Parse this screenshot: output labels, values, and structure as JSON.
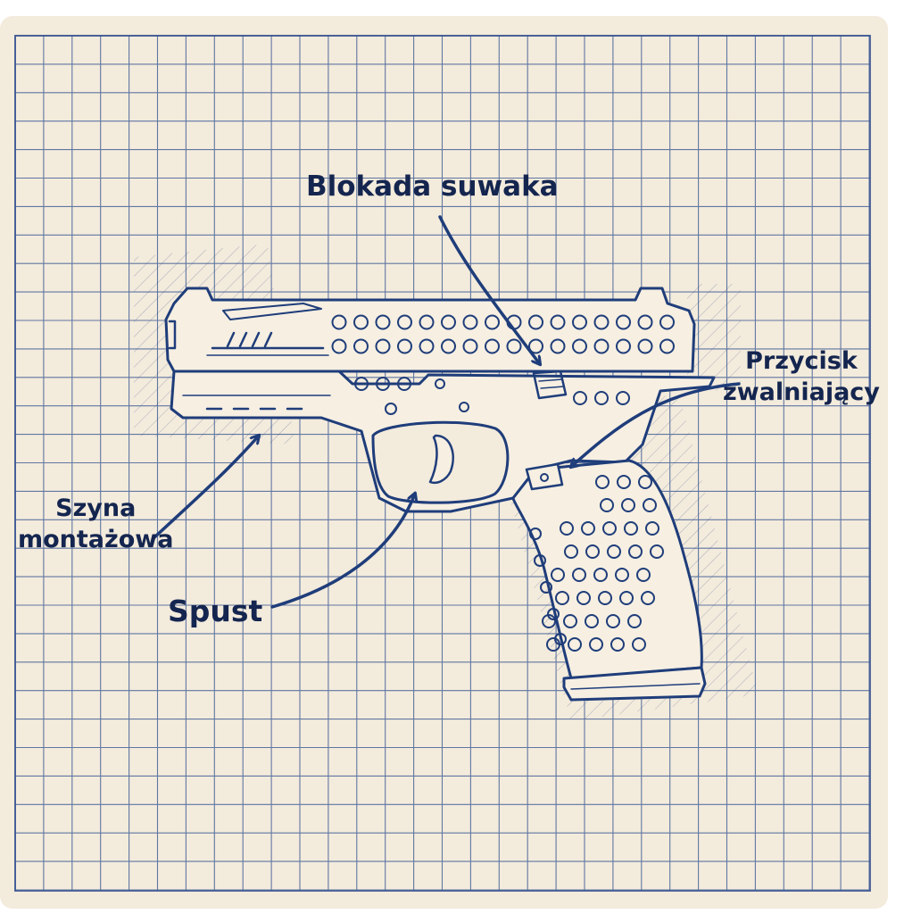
{
  "sheet": {
    "paper_color": "#f3ebdc",
    "grid_color": "#2f4f8f",
    "ink_color": "#1f3d7a",
    "label_color": "#14254f"
  },
  "subject": {
    "icon": "handgun-sketch-icon"
  },
  "callouts": {
    "slide_stop": {
      "text": "Blokada suwaka"
    },
    "magazine_release": {
      "line1": "Przycisk",
      "line2": "zwalniający"
    },
    "accessory_rail": {
      "line1": "Szyna",
      "line2": "montażowa"
    },
    "trigger": {
      "text": "Spust"
    }
  }
}
